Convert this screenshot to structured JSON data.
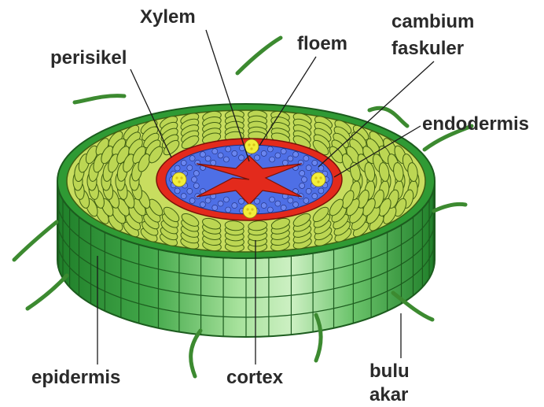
{
  "labels": {
    "xylem": "Xylem",
    "floem": "floem",
    "cambium_line1": "cambium",
    "cambium_line2": "faskuler",
    "perisikel": "perisikel",
    "endodermis": "endodermis",
    "epidermis": "epidermis",
    "cortex": "cortex",
    "bulu_line1": "bulu",
    "bulu_line2": "akar"
  },
  "colors": {
    "epidermis_outer": "#2f9a34",
    "epidermis_light": "#8ed681",
    "cortex_fill": "#c8dd5f",
    "cell_stroke": "#3f5f12",
    "pericycle": "#e32a1c",
    "phloem": "#4e6fe6",
    "xylem": "#e32a1c",
    "cambium": "#f2ee3a",
    "root_hair": "#3c8a30",
    "leader_line": "#1a1a1a"
  }
}
